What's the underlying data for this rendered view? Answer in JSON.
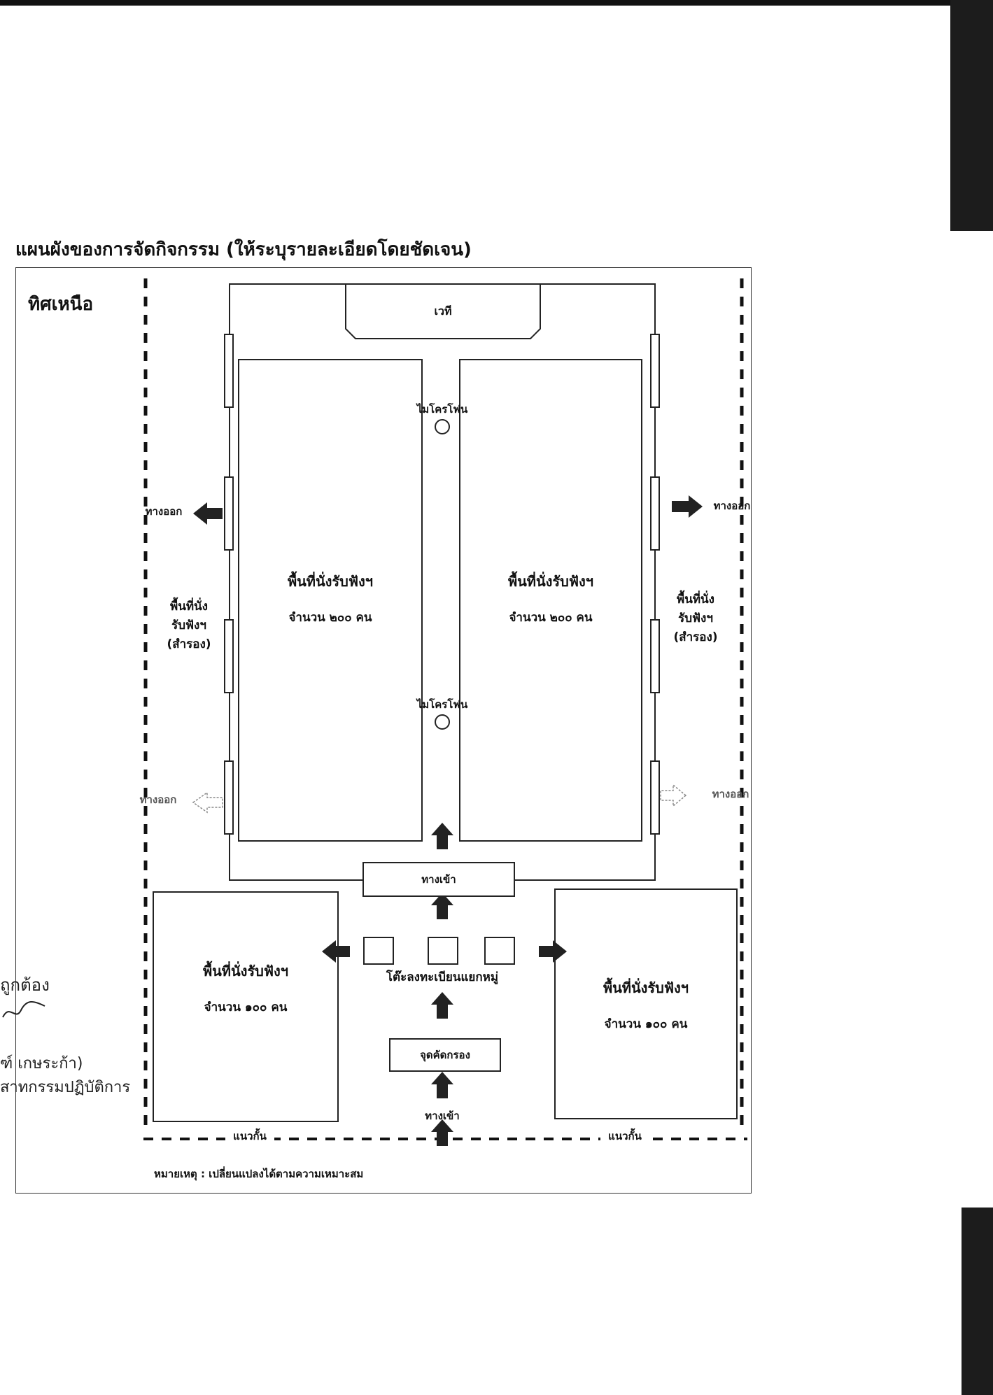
{
  "page": {
    "title": "แผนผังของการจัดกิจกรรม (ให้ระบุรายละเอียดโดยชัดเจน)"
  },
  "diagram": {
    "north_label": "ทิศเหนือ",
    "stage": "เวที",
    "microphone_top": "ไมโครโฟน",
    "microphone_bottom": "ไมโครโฟน",
    "seating_main_left": {
      "title": "พื้นที่นั่งรับฟังฯ",
      "count": "จำนวน ๒๐๐ คน"
    },
    "seating_main_right": {
      "title": "พื้นที่นั่งรับฟังฯ",
      "count": "จำนวน ๒๐๐ คน"
    },
    "seating_lower_left": {
      "title": "พื้นที่นั่งรับฟังฯ",
      "count": "จำนวน ๑๐๐ คน"
    },
    "seating_lower_right": {
      "title": "พื้นที่นั่งรับฟังฯ",
      "count": "จำนวน ๑๐๐ คน"
    },
    "reserve_left": {
      "line1": "พื้นที่นั่ง",
      "line2": "รับฟังฯ",
      "line3": "(สำรอง)"
    },
    "reserve_right": {
      "line1": "พื้นที่นั่ง",
      "line2": "รับฟังฯ",
      "line3": "(สำรอง)"
    },
    "exit_left_top": "ทางออก",
    "exit_right_top": "ทางออก",
    "exit_left_bottom": "ทางออก",
    "exit_right_bottom": "ทางออก",
    "entrance_inner": "ทางเข้า",
    "entrance_outer": "ทางเข้า",
    "registration": "โต๊ะลงทะเบียนแยกหมู่",
    "screening": "จุดคัดกรอง",
    "barrier_left": "แนวกั้น",
    "barrier_right": "แนวกั้น",
    "note": "หมายเหตุ : เปลี่ยนแปลงได้ตามความเหมาะสม"
  },
  "margin_fragments": {
    "line1": "ถูกต้อง",
    "line2": "ฑ์ เกษระก้า)",
    "line3": "สาทกรรมปฏิบัติการ"
  }
}
